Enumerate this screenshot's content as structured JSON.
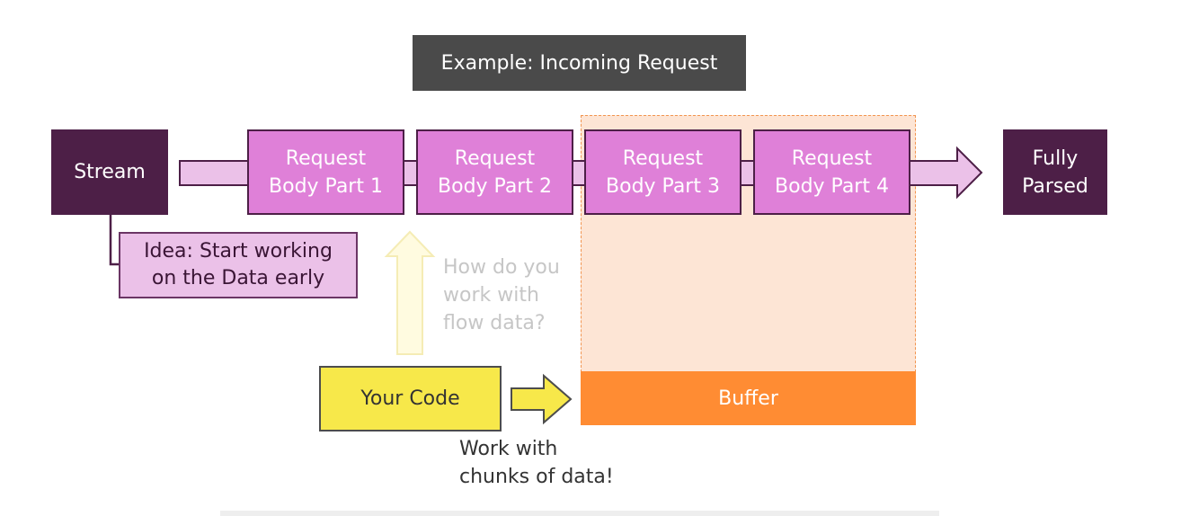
{
  "title": "Example: Incoming Request",
  "stream_label": "Stream",
  "parts": [
    {
      "line1": "Request",
      "line2": "Body Part 1"
    },
    {
      "line1": "Request",
      "line2": "Body Part 2"
    },
    {
      "line1": "Request",
      "line2": "Body Part 3"
    },
    {
      "line1": "Request",
      "line2": "Body Part 4"
    }
  ],
  "parsed": {
    "line1": "Fully",
    "line2": "Parsed"
  },
  "idea": {
    "line1": "Idea: Start working",
    "line2": "on the Data early"
  },
  "question": {
    "line1": "How do you",
    "line2": "work with",
    "line3": "flow data?"
  },
  "code_label": "Your Code",
  "buffer_label": "Buffer",
  "chunks": {
    "line1": "Work with",
    "line2": "chunks of data!"
  },
  "colors": {
    "stream": "#4d1f47",
    "part": "#df80d8",
    "buffer": "#ff8c33",
    "code": "#f7e84a"
  }
}
